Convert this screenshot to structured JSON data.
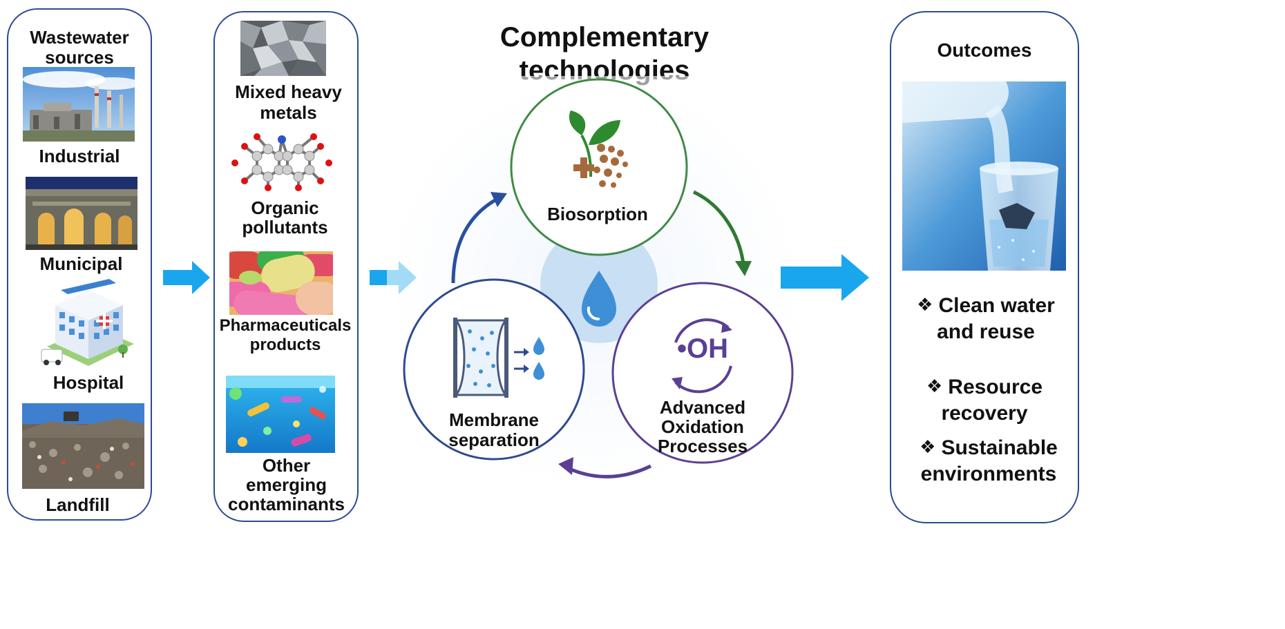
{
  "sources": {
    "heading": "Wastewater sources",
    "items": [
      {
        "label": "Industrial",
        "icon": "industrial-plant-photo"
      },
      {
        "label": "Municipal",
        "icon": "municipal-building-photo"
      },
      {
        "label": "Hospital",
        "icon": "hospital-building-icon"
      },
      {
        "label": "Landfill",
        "icon": "landfill-photo"
      }
    ]
  },
  "contaminants": {
    "items": [
      {
        "label_line1": "Mixed heavy",
        "label_line2": "metals",
        "icon": "metal-scrap-photo"
      },
      {
        "label_line1": "Organic",
        "label_line2": "pollutants",
        "icon": "molecule-model"
      },
      {
        "label_line1": "Pharmaceuticals",
        "label_line2": "products",
        "icon": "pills-photo"
      },
      {
        "label_line1": "Other",
        "label_line2": "emerging",
        "label_line3": "contaminants",
        "icon": "microplastics-image"
      }
    ]
  },
  "technologies": {
    "title_line1": "Complementary",
    "title_line2": "technologies",
    "biosorption": "Biosorption",
    "membrane_line1": "Membrane",
    "membrane_line2": "separation",
    "aop_line1": "Advanced",
    "aop_line2": "Oxidation",
    "aop_line3": "Processes",
    "radical_label": "•OH",
    "colors": {
      "biosorption": "#3f8a46",
      "membrane": "#2e4a8f",
      "aop": "#5b3f93",
      "flow_arrow": "#1aa6ec"
    }
  },
  "outcomes": {
    "heading": "Outcomes",
    "bullet_symbol": "❖",
    "items": [
      {
        "line1": "Clean water",
        "line2": "and reuse"
      },
      {
        "line1": "Resource",
        "line2": "recovery"
      },
      {
        "line1": "Sustainable",
        "line2": "environments"
      }
    ]
  }
}
